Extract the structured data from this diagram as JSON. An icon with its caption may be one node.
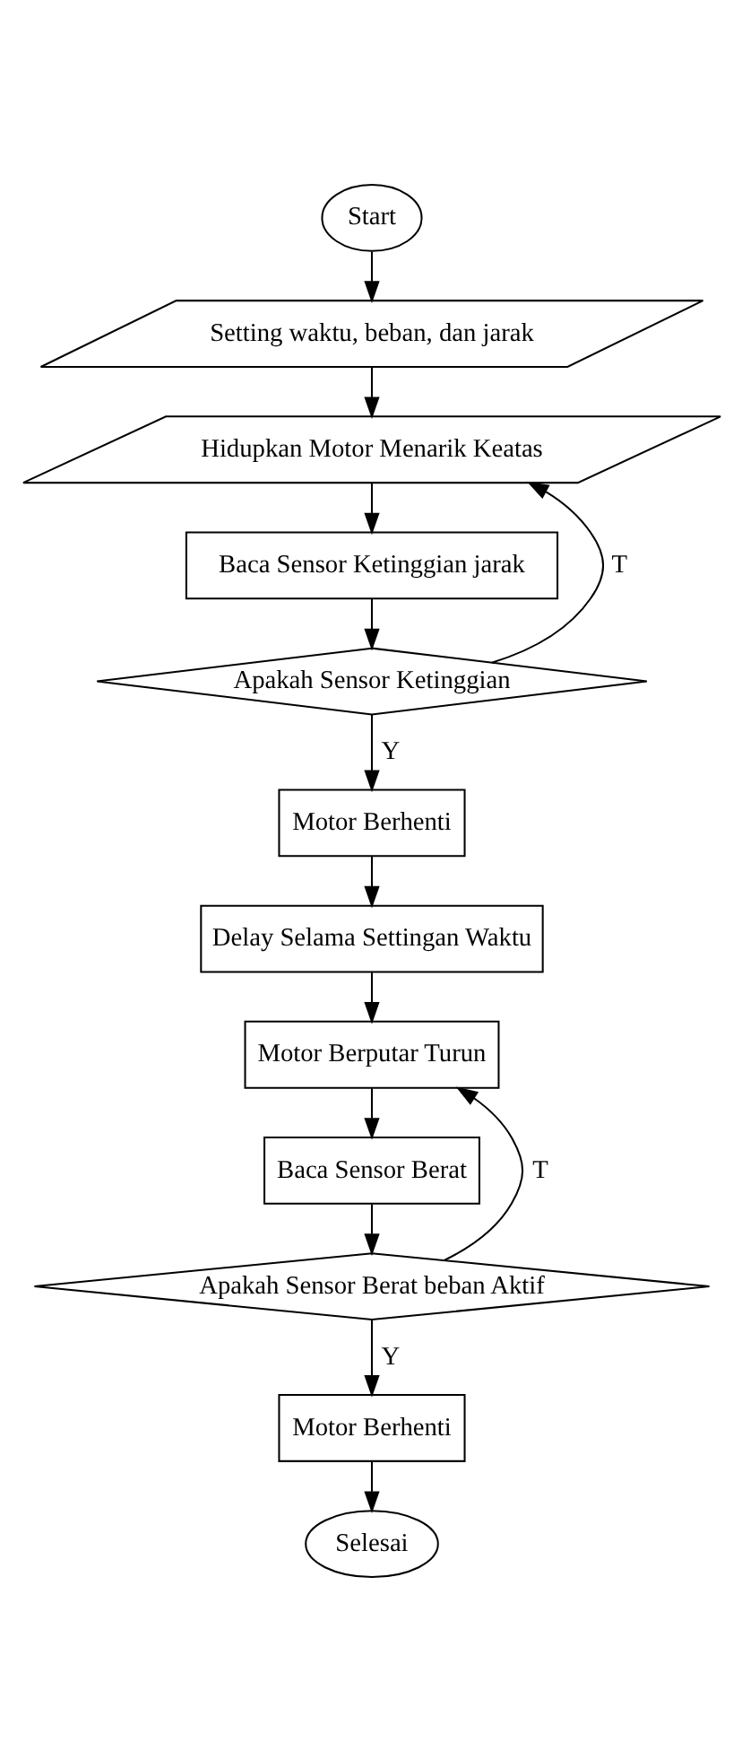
{
  "diagram": {
    "nodes": [
      {
        "text": [
          "Start"
        ]
      },
      {
        "text": [
          "Setting waktu, beban, dan jarak"
        ]
      },
      {
        "text": [
          "Hidupkan Motor Menarik Keatas"
        ]
      },
      {
        "text": [
          "Baca Sensor Ketinggian jarak"
        ]
      },
      {
        "text": [
          "Apakah Sensor Ketinggian"
        ]
      },
      {
        "text": [
          "Motor Berhenti"
        ]
      },
      {
        "text": [
          "Delay Selama Settingan Waktu"
        ]
      },
      {
        "text": [
          "Motor Berputar Turun"
        ]
      },
      {
        "text": [
          "Baca Sensor Berat"
        ]
      },
      {
        "text": [
          "Apakah Sensor Berat beban Aktif"
        ]
      },
      {
        "text": [
          "Motor Berhenti"
        ]
      },
      {
        "text": [
          "Selesai"
        ]
      }
    ],
    "edges": [
      {
        "from": 0,
        "to": 1,
        "arrow": "to"
      },
      {
        "from": 1,
        "to": 2,
        "arrow": "to"
      },
      {
        "from": 2,
        "to": 3,
        "arrow": "to"
      },
      {
        "from": 3,
        "to": 4,
        "arrow": "to"
      },
      {
        "from": 4,
        "to": 2,
        "arrow": "to",
        "label": "T"
      },
      {
        "from": 4,
        "to": 5,
        "arrow": "to",
        "label": "Y"
      },
      {
        "from": 5,
        "to": 6,
        "arrow": "to"
      },
      {
        "from": 6,
        "to": 7,
        "arrow": "to"
      },
      {
        "from": 7,
        "to": 8,
        "arrow": "to"
      },
      {
        "from": 8,
        "to": 9,
        "arrow": "to"
      },
      {
        "from": 9,
        "to": 7,
        "arrow": "to",
        "label": "T"
      },
      {
        "from": 9,
        "to": 10,
        "arrow": "to",
        "label": "Y"
      },
      {
        "from": 10,
        "to": 11,
        "arrow": "to"
      }
    ]
  }
}
